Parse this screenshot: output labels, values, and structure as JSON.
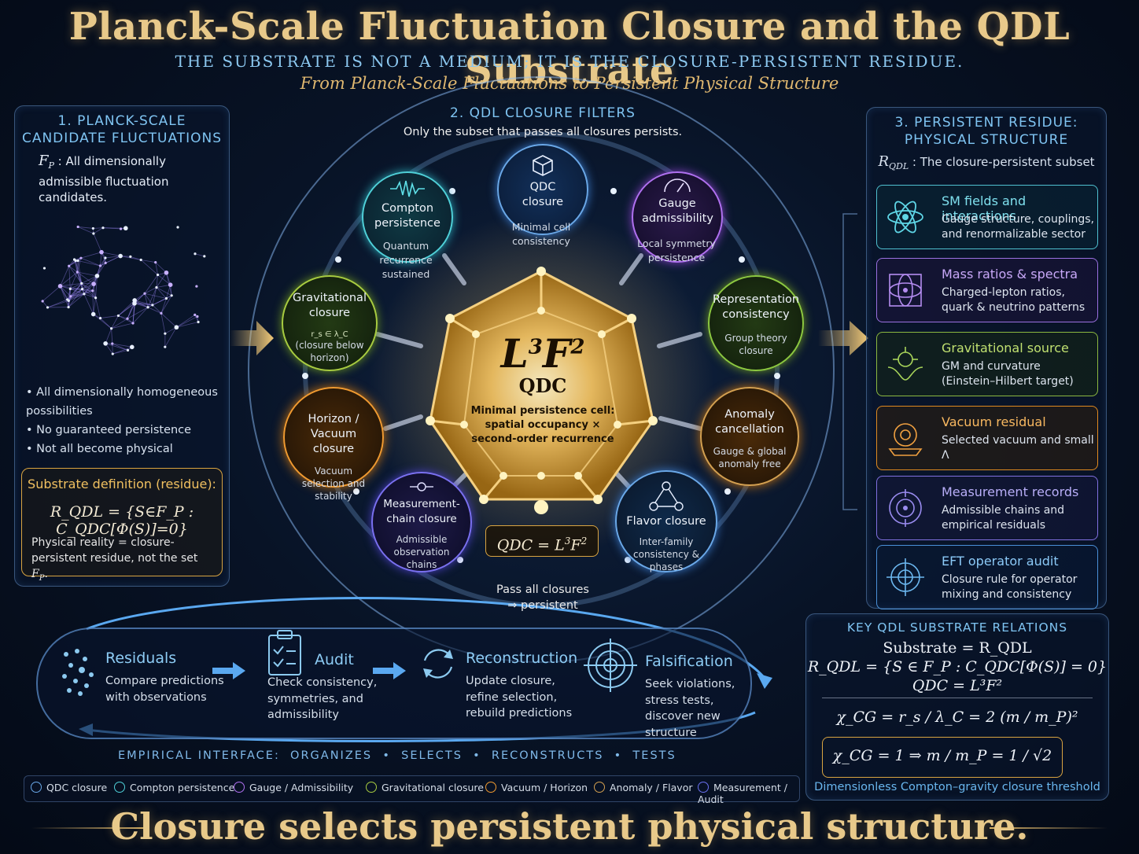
{
  "title": "Planck-Scale Fluctuation Closure and the QDL Substrate",
  "tagline": "THE SUBSTRATE IS NOT A MEDIUM; IT IS THE CLOSURE-PERSISTENT RESIDUE.",
  "subtitle": "From Planck-Scale Fluctuations to Persistent Physical Structure",
  "left": {
    "title_1": "1. PLANCK-SCALE",
    "title_2": "CANDIDATE FLUCTUATIONS",
    "desc_symbol": "F",
    "desc_symbol_sub": "P",
    "desc_text": " : All dimensionally admissible fluctuation candidates.",
    "bullets": [
      "All dimensionally homogeneous possibilities",
      "No guaranteed persistence",
      "Not all become physical"
    ],
    "def_title": "Substrate definition (residue):",
    "def_eq": "R_QDL = {S∈F_P : C_QDC[Φ(S)]=0}",
    "def_note_1": "Physical reality = closure-persistent residue, not the set ",
    "def_note_sym": "F",
    "def_note_sub": "P",
    "def_note_end": "."
  },
  "center": {
    "title": "2. QDL CLOSURE FILTERS",
    "sub": "Only the subset that passes all closures persists.",
    "hex_L": "L",
    "hex_L_sup": "3",
    "hex_F": "F",
    "hex_F_sup": "2",
    "hex_qdc": "QDC",
    "hex_desc": "Minimal persistence cell: spatial occupancy × second-order recurrence",
    "qdc_box_pre": "QDC = L",
    "qdc_box_sup1": "3",
    "qdc_box_mid": "F",
    "qdc_box_sup2": "2",
    "pass_1": "Pass all closures",
    "pass_2": "⇒ persistent",
    "nodes": [
      {
        "title": "QDC closure",
        "desc": "Minimal cell consistency"
      },
      {
        "title": "Compton persistence",
        "desc": "Quantum recurrence sustained"
      },
      {
        "title": "Gauge admissibility",
        "desc": "Local symmetry persistence"
      },
      {
        "title": "Gravitational closure",
        "desc": "(closure below horizon)",
        "mini": "r_s ∈ λ_C"
      },
      {
        "title": "Representation consistency",
        "desc": "Group theory closure"
      },
      {
        "title": "Horizon / Vacuum closure",
        "desc": "Vacuum selection and stability"
      },
      {
        "title": "Anomaly cancellation",
        "desc": "Gauge & global anomaly free"
      },
      {
        "title": "Measurement-chain closure",
        "desc": "Admissible observation chains"
      },
      {
        "title": "Flavor closure",
        "desc": "Inter-family consistency & phases"
      }
    ]
  },
  "right": {
    "title_1": "3. PERSISTENT RESIDUE:",
    "title_2": "PHYSICAL STRUCTURE",
    "sub_sym": "R",
    "sub_sub": "QDL",
    "sub_text": " : The closure-persistent subset",
    "cards": [
      {
        "title": "SM fields and interactions",
        "desc": "Gauge structure, couplings, and renormalizable sector",
        "icon": "atom-icon",
        "color": "#5fd6e6"
      },
      {
        "title": "Mass ratios & spectra",
        "desc": "Charged-lepton ratios, quark & neutrino patterns",
        "icon": "orbital-icon",
        "color": "#b48cf0"
      },
      {
        "title": "Gravitational source",
        "desc": "GM and curvature (Einstein–Hilbert target)",
        "icon": "curvature-icon",
        "color": "#a8d45a"
      },
      {
        "title": "Vacuum residual",
        "desc": "Selected vacuum and small Λ",
        "icon": "vacuum-icon",
        "color": "#f0a040"
      },
      {
        "title": "Measurement records",
        "desc": "Admissible chains and empirical residuals",
        "icon": "target-icon",
        "color": "#9a8cf0"
      },
      {
        "title": "EFT operator audit",
        "desc": "Closure rule for operator mixing and consistency",
        "icon": "crosshair-icon",
        "color": "#6cb8f0"
      }
    ]
  },
  "loop": {
    "steps": [
      {
        "title": "Residuals",
        "desc_1": "Compare predictions",
        "desc_2": "with observations",
        "desc_3": ""
      },
      {
        "title": "Audit",
        "desc_1": "Check consistency,",
        "desc_2": "symmetries, and",
        "desc_3": "admissibility"
      },
      {
        "title": "Reconstruction",
        "desc_1": "Update closure,",
        "desc_2": "refine selection,",
        "desc_3": "rebuild predictions"
      },
      {
        "title": "Falsification",
        "desc_1": "Seek violations,",
        "desc_2": "stress tests,",
        "desc_3": "discover new structure"
      }
    ],
    "interface": "EMPIRICAL INTERFACE:  ORGANIZES  •  SELECTS  •  RECONSTRUCTS  •  TESTS"
  },
  "legend": [
    {
      "label": "QDC closure",
      "color": "#6aa8e8"
    },
    {
      "label": "Compton persistence",
      "color": "#4fd0d8"
    },
    {
      "label": "Gauge / Admissibility",
      "color": "#b070f0"
    },
    {
      "label": "Gravitational closure",
      "color": "#a8cc40"
    },
    {
      "label": "Vacuum / Horizon",
      "color": "#f09a30"
    },
    {
      "label": "Anomaly / Flavor",
      "color": "#d4a050"
    },
    {
      "label": "Measurement / Audit",
      "color": "#6a70f0"
    }
  ],
  "key": {
    "title": "KEY QDL SUBSTRATE RELATIONS",
    "eq1": "Substrate = R_QDL",
    "eq2": "R_QDL = {S ∈ F_P : C_QDC[Φ(S)] = 0}",
    "eq3": "QDC = L³F²",
    "eq4": "χ_CG = r_s / λ_C = 2 (m / m_P)²",
    "eq5": "χ_CG = 1  ⇒  m / m_P = 1 / √2",
    "footer": "Dimensionless Compton–gravity closure threshold"
  },
  "footer": "Closure selects persistent physical structure."
}
